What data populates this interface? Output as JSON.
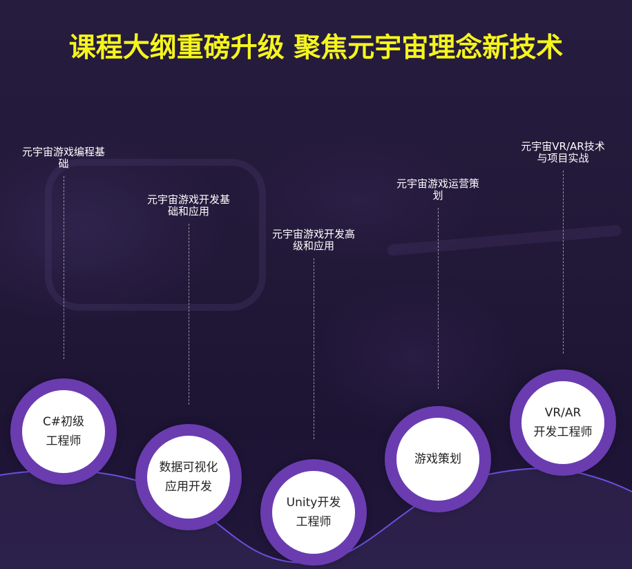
{
  "title": "课程大纲重磅升级 聚焦元宇宙理念新技术",
  "colors": {
    "background": "#221a3a",
    "title": "#f5f51c",
    "ring": "#6a3cb0",
    "wave": "#6a4fe0"
  },
  "topics": [
    {
      "label": "元宇宙游戏编程基础"
    },
    {
      "label": "元宇宙游戏开发基础和应用"
    },
    {
      "label": "元宇宙游戏开发高级和应用"
    },
    {
      "label": "元宇宙游戏运营策划"
    },
    {
      "label": "元宇宙VR/AR技术与项目实战"
    }
  ],
  "topics_lines": [
    {
      "line1": "元宇宙游戏编程基",
      "line2": "础"
    },
    {
      "line1": "元宇宙游戏开发基",
      "line2": "础和应用"
    },
    {
      "line1": "元宇宙游戏开发高",
      "line2": "级和应用"
    },
    {
      "line1": "元宇宙游戏运营策",
      "line2": "划"
    },
    {
      "line1": "元宇宙VR/AR技术",
      "line2": "与项目实战"
    }
  ],
  "careers": [
    {
      "line1": "C#初级",
      "line2": "工程师"
    },
    {
      "line1": "数据可视化",
      "line2": "应用开发"
    },
    {
      "line1": "Unity开发",
      "line2": "工程师"
    },
    {
      "line1": "游戏策划",
      "line2": ""
    },
    {
      "line1": "VR/AR",
      "line2": "开发工程师"
    }
  ]
}
